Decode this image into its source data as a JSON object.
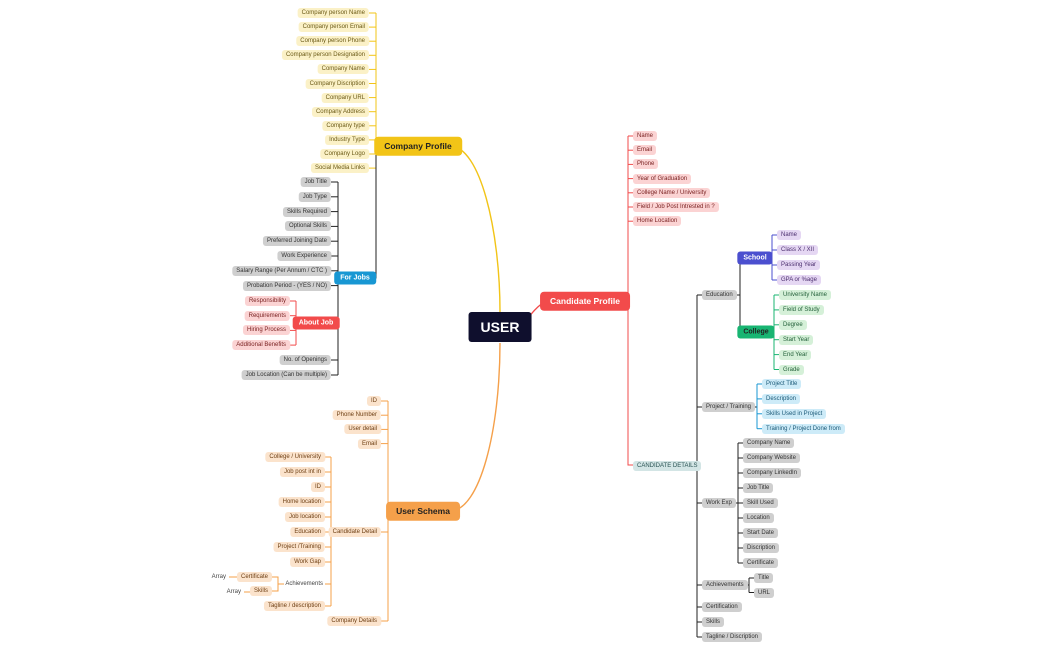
{
  "title": "USER",
  "colors": {
    "company": "#f2c417",
    "candidate": "#f24b4b",
    "schema": "#f5a04a",
    "forjobs": "#1897d3",
    "aboutjob": "#f24b4b",
    "school": "#4b4fcf",
    "college": "#18b572",
    "root": "#0f0f2d"
  },
  "branches": {
    "company_profile": {
      "label": "Company Profile",
      "fields": [
        "Company person Name",
        "Company person Email",
        "Company person  Phone",
        "Company person Designation",
        "Company Name",
        "Company Discription",
        "Company  URL",
        "Company Address",
        "Company type",
        "Industry Type",
        "Company Logo",
        "Social Media Links"
      ],
      "for_jobs": {
        "label": "For Jobs",
        "fields": [
          "Job Title",
          "Job Type",
          "Skills Required",
          "Optional Skills",
          "Preferred Joining Date",
          "Work Experience",
          "Salary Range (Per Annum / CTC )",
          "Probation Period - (YES / NO)"
        ],
        "about_job": {
          "label": "About Job",
          "fields": [
            "Responsibility",
            "Requirements",
            "Hiring Process",
            "Additional Benefits"
          ]
        },
        "fields_after": [
          "No. of Openings",
          "Job Location (Can be multiple)"
        ]
      }
    },
    "user_schema": {
      "label": "User Schema",
      "fields": [
        "ID",
        "Phone Number",
        "User detail",
        "Email"
      ],
      "candidate_detail": {
        "label": "Candidate Detail",
        "fields": [
          "College / University",
          "Job post int in",
          "ID",
          "Home location",
          "Job location",
          "Education",
          "Project /Training",
          "Work Gap"
        ],
        "achievements": {
          "label": "Achievements",
          "certificate": "Certificate",
          "skills": "Skills",
          "array1": "Array",
          "array2": "Array"
        },
        "tagline": "Tagline / description"
      },
      "company_details": "Company Details"
    },
    "candidate_profile": {
      "label": "Candidate Profile",
      "fields": [
        "Name",
        "Email",
        "Phone",
        "Year of Graduation",
        "College Name / University",
        "Field / Job Post Intrested in ?",
        "Home Location"
      ],
      "details": {
        "label": "CANDIDATE DETAILS",
        "education": {
          "label": "Education",
          "school": {
            "label": "School",
            "fields": [
              "Name",
              "Class X / XII",
              "Passing Year",
              "GPA or %age"
            ]
          },
          "college": {
            "label": "College",
            "fields": [
              "University Name",
              "Field of Study",
              "Degree",
              "Start Year",
              "End Year",
              "Grade"
            ]
          }
        },
        "project": {
          "label": "Project / Training",
          "fields": [
            "Project Title",
            "Description",
            "Skills Used in Project",
            "Training / Project Done from"
          ]
        },
        "work": {
          "label": "Work Exp",
          "fields": [
            "Company Name",
            "Company Website",
            "Company LinkedIn",
            "Job Title",
            "Skill Used",
            "Location",
            "Start Date",
            "Discription",
            "Certificate"
          ]
        },
        "achievements": {
          "label": "Achievements",
          "fields": [
            "Title",
            "URL"
          ]
        },
        "certification": "Certification",
        "skills": "Skills",
        "tagline": "Tagline / Discription"
      }
    }
  }
}
